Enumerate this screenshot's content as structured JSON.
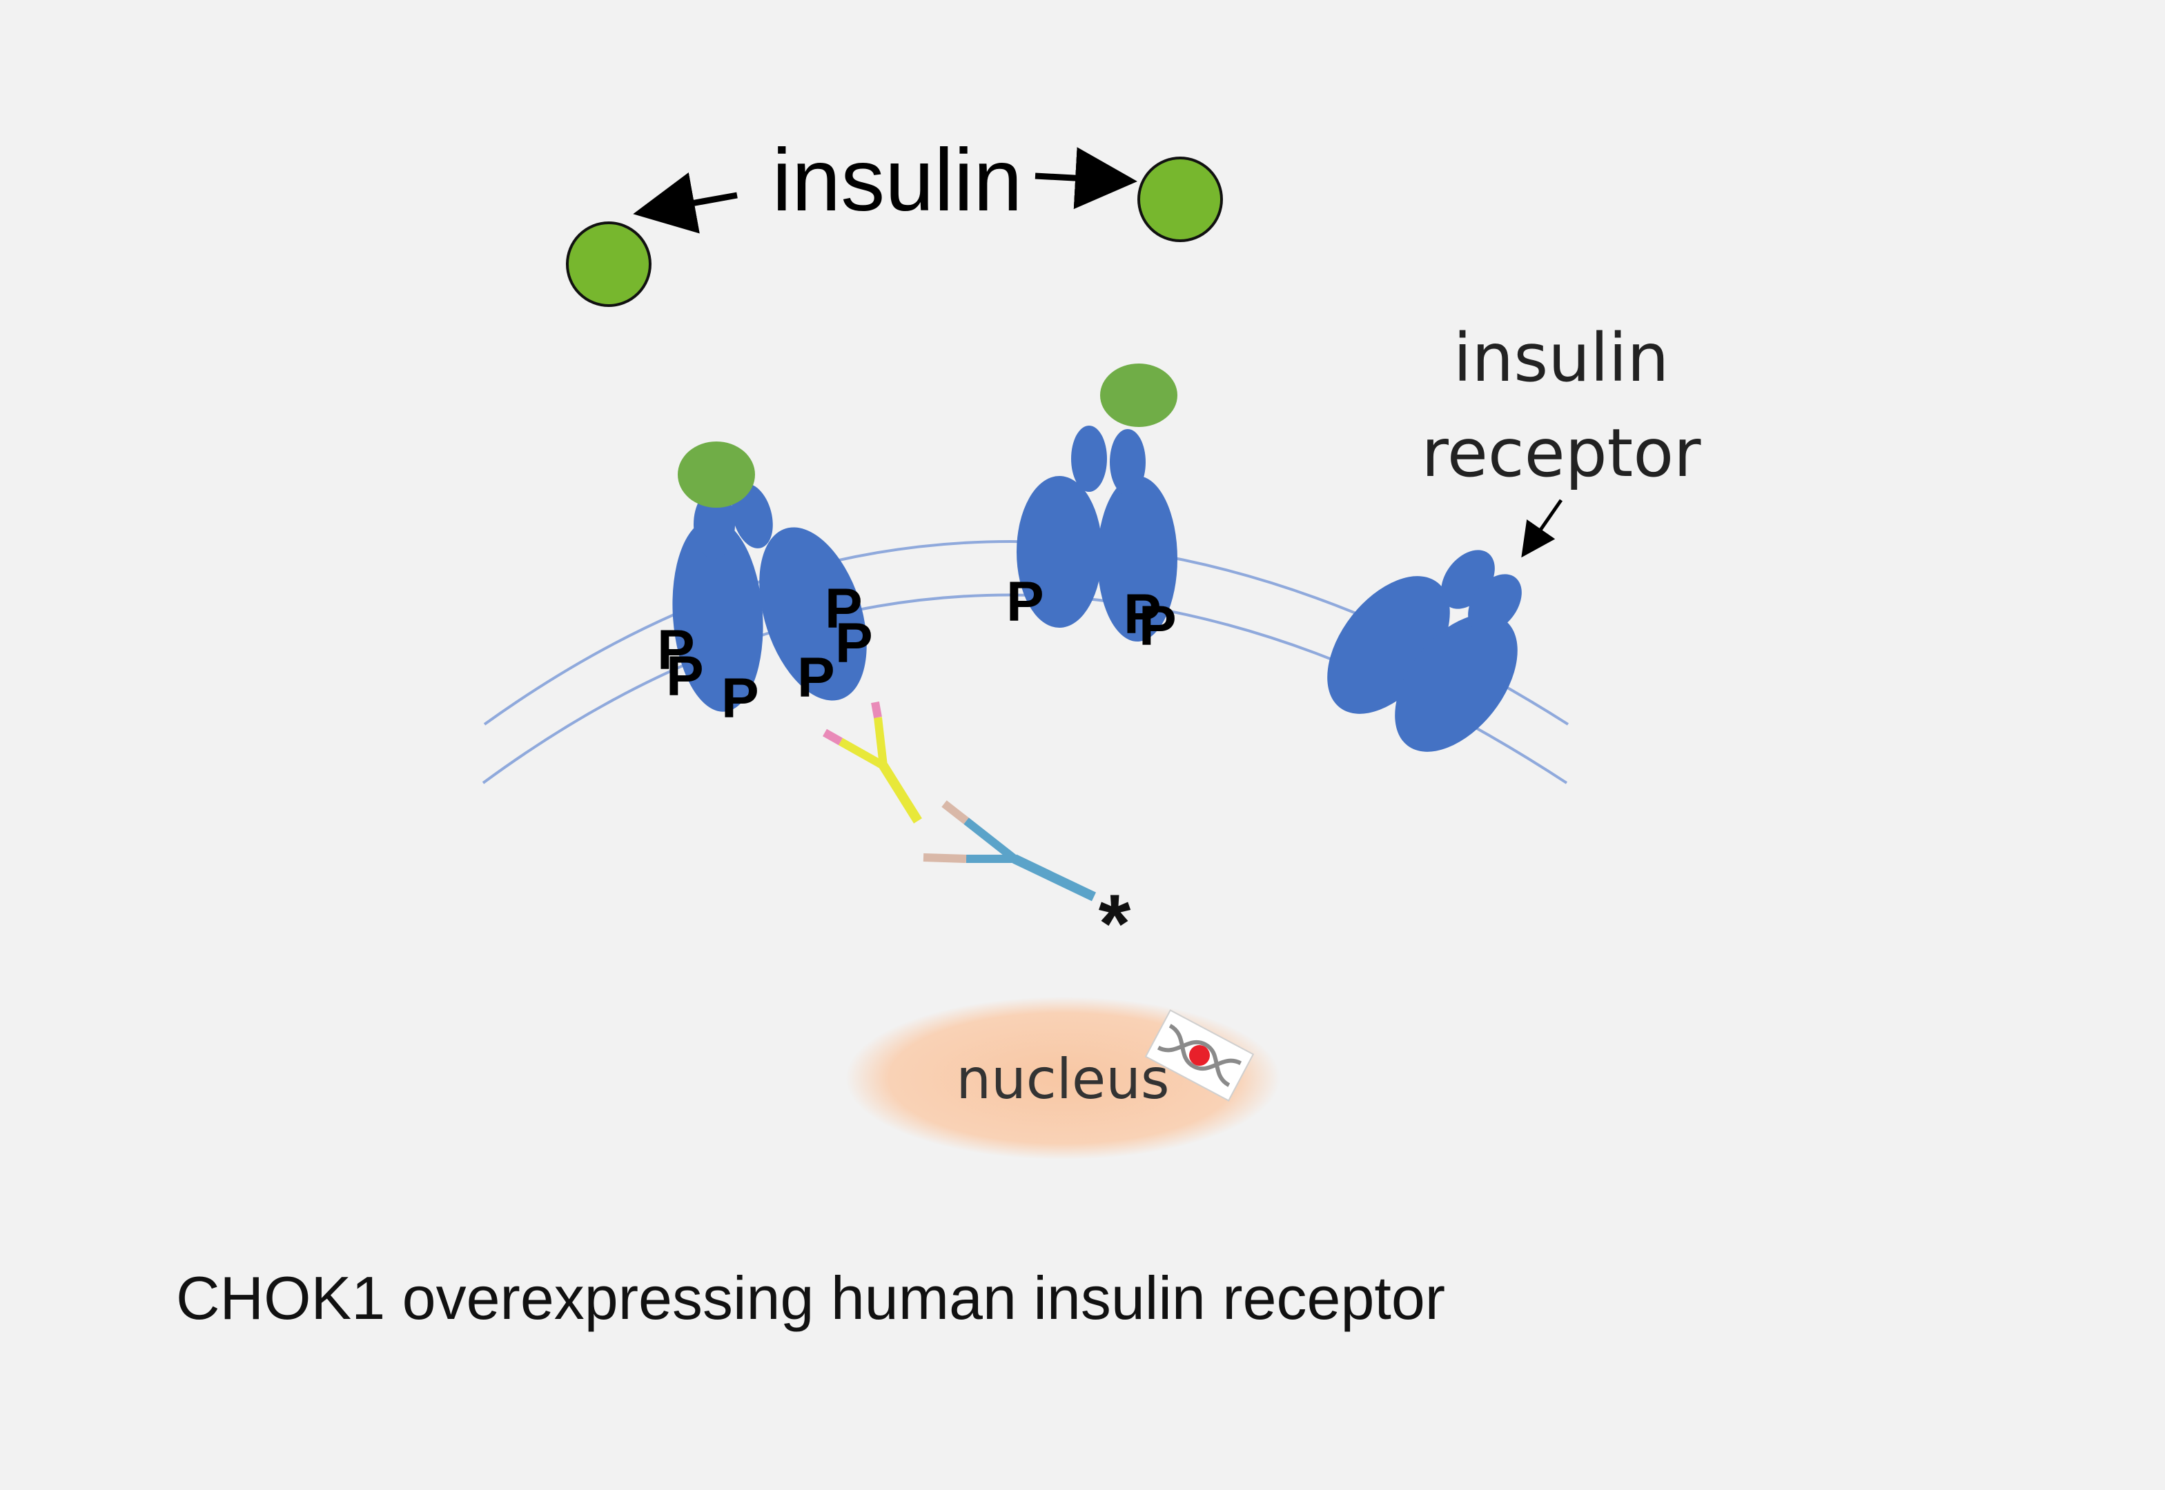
{
  "labels": {
    "insulin_top": "insulin",
    "receptor_line1": "insulin",
    "receptor_line2": "receptor",
    "nucleus": "nucleus",
    "asterisk": "*",
    "caption": "CHOK1 overexpressing human insulin receptor"
  },
  "phospho_label": "P",
  "colors": {
    "background": "#f2f2f2",
    "insulin_free": "#77b72e",
    "insulin_bound": "#70ad47",
    "receptor": "#4472c4",
    "membrane": "#8fa9dc",
    "nucleus": "#f8cbad",
    "primary_antibody": "#e8e83a",
    "secondary_antibody": "#5ba3c9"
  }
}
